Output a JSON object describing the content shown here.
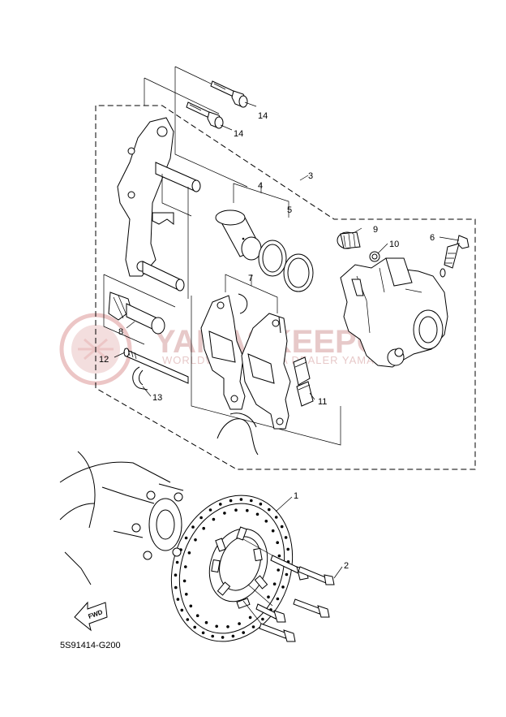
{
  "diagram": {
    "diagram_code": "5S91414-G200",
    "watermark_text": "YAMASKEEPOL",
    "watermark_subtext": "WORLDWIDE YAMAHA DEALER YAMAHA",
    "fwd_label": "FWD",
    "callouts": [
      {
        "id": "1",
        "label": "1"
      },
      {
        "id": "2",
        "label": "2"
      },
      {
        "id": "3",
        "label": "3"
      },
      {
        "id": "4",
        "label": "4"
      },
      {
        "id": "5",
        "label": "5"
      },
      {
        "id": "6",
        "label": "6"
      },
      {
        "id": "7",
        "label": "7"
      },
      {
        "id": "8",
        "label": "8"
      },
      {
        "id": "9",
        "label": "9"
      },
      {
        "id": "10",
        "label": "10"
      },
      {
        "id": "11",
        "label": "11"
      },
      {
        "id": "12",
        "label": "12"
      },
      {
        "id": "13",
        "label": "13"
      },
      {
        "id": "14a",
        "label": "14"
      },
      {
        "id": "14b",
        "label": "14"
      }
    ]
  }
}
